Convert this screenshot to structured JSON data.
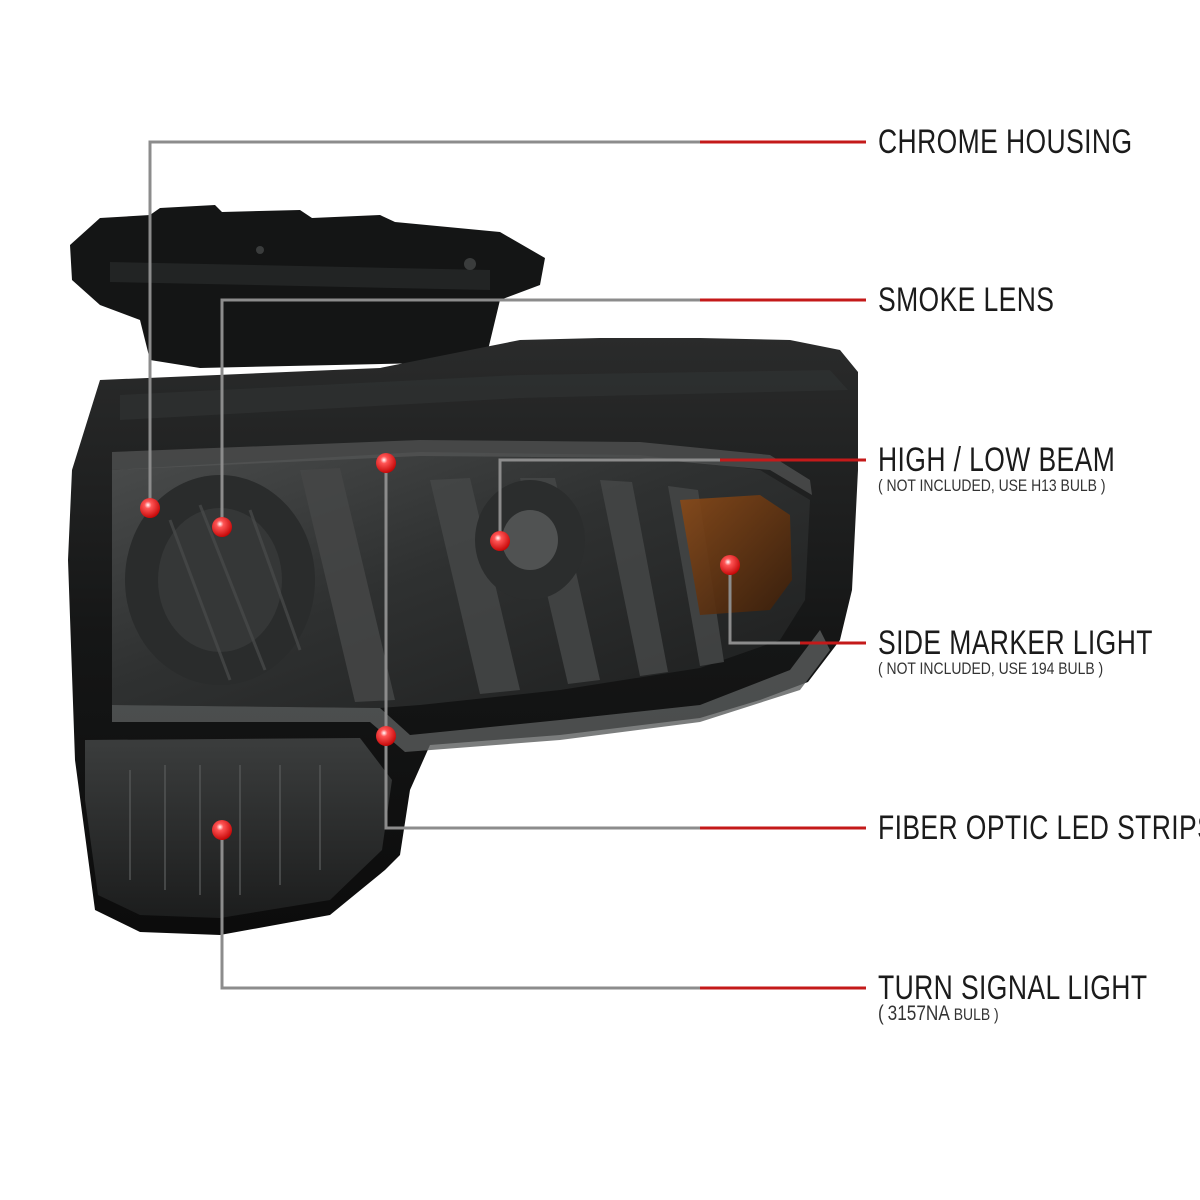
{
  "colors": {
    "leader_gray": "#8c8c8c",
    "leader_red": "#c41a1a",
    "dot_red": "#e01010",
    "housing_dark": "#161616",
    "lens_smoke": "#3d3f3f",
    "amber": "#7a3d12"
  },
  "callouts": [
    {
      "id": "chrome-housing",
      "title": "CHROME HOUSING",
      "note": ""
    },
    {
      "id": "smoke-lens",
      "title": "SMOKE LENS",
      "note": ""
    },
    {
      "id": "high-low-beam",
      "title": "HIGH / LOW BEAM",
      "note": "( NOT INCLUDED, USE  H13  BULB )"
    },
    {
      "id": "side-marker-light",
      "title": "SIDE MARKER LIGHT",
      "note": "( NOT INCLUDED, USE  194  BULB )"
    },
    {
      "id": "fiber-optic-led-strips",
      "title": "FIBER OPTIC LED STRIPS",
      "note": ""
    },
    {
      "id": "turn-signal-light",
      "title": "TURN SIGNAL LIGHT",
      "note_open": "(",
      "note_code": "3157NA",
      "note_rest": "BULB )"
    }
  ],
  "product_image": {
    "subject": "smoke-lens-headlight-assembly"
  }
}
